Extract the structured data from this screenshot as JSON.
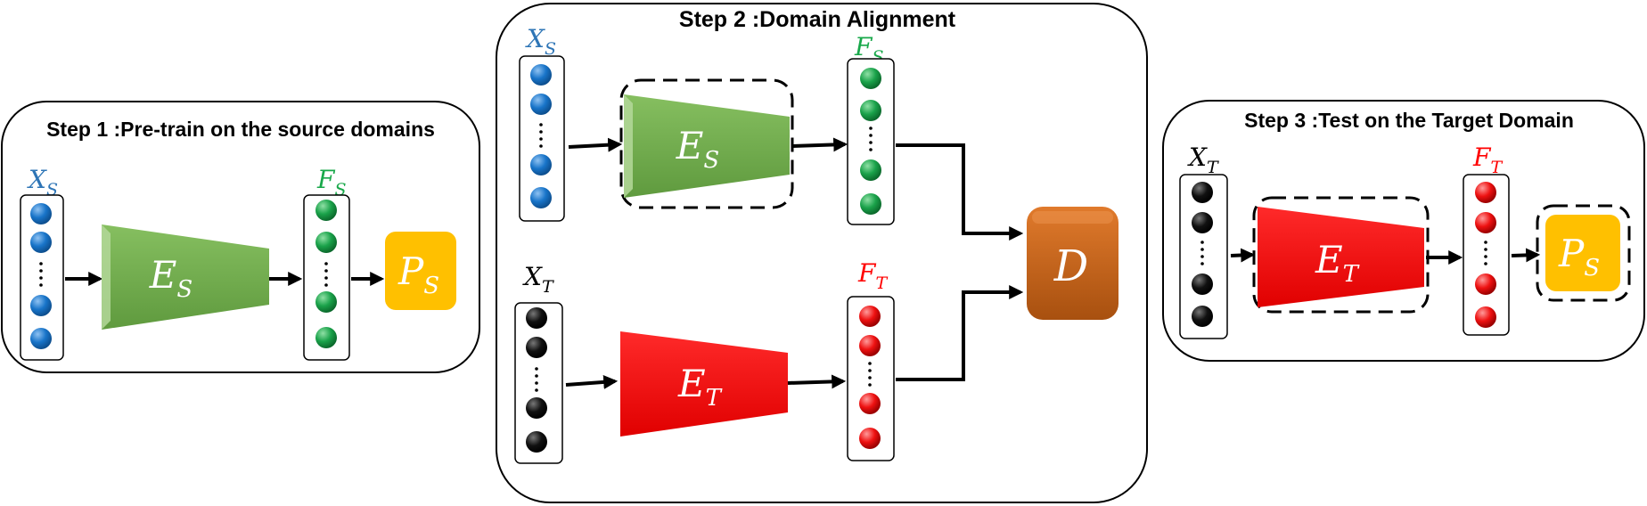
{
  "colors": {
    "source_blue": "#1874c9",
    "feature_green": "#1aa24a",
    "target_black": "#111111",
    "target_red": "#ee1111",
    "encoder_green": "#6ea84a",
    "encoder_red": "#f21010",
    "predictor_yellow": "#ffc000",
    "discriminator_orange": "#c5621b",
    "label_blue": "#2e75b6",
    "label_green": "#18a84a",
    "label_red": "#ff0000"
  },
  "step1": {
    "title": "Step 1 :Pre-train on the source domains",
    "input": {
      "symbol": "X",
      "sub": "S",
      "color_key": "label_blue"
    },
    "encoder": {
      "symbol": "E",
      "sub": "S"
    },
    "feature": {
      "symbol": "F",
      "sub": "S",
      "color_key": "label_green"
    },
    "predictor": {
      "symbol": "P",
      "sub": "S"
    }
  },
  "step2": {
    "title": "Step 2 :Domain Alignment",
    "source_input": {
      "symbol": "X",
      "sub": "S"
    },
    "source_encoder": {
      "symbol": "E",
      "sub": "S"
    },
    "source_feature": {
      "symbol": "F",
      "sub": "S"
    },
    "target_input": {
      "symbol": "X",
      "sub": "T"
    },
    "target_encoder": {
      "symbol": "E",
      "sub": "T"
    },
    "target_feature": {
      "symbol": "F",
      "sub": "T"
    },
    "discriminator": {
      "symbol": "D"
    }
  },
  "step3": {
    "title": "Step 3 :Test on the Target Domain",
    "input": {
      "symbol": "X",
      "sub": "T"
    },
    "encoder": {
      "symbol": "E",
      "sub": "T"
    },
    "feature": {
      "symbol": "F",
      "sub": "T"
    },
    "predictor": {
      "symbol": "P",
      "sub": "S"
    }
  }
}
